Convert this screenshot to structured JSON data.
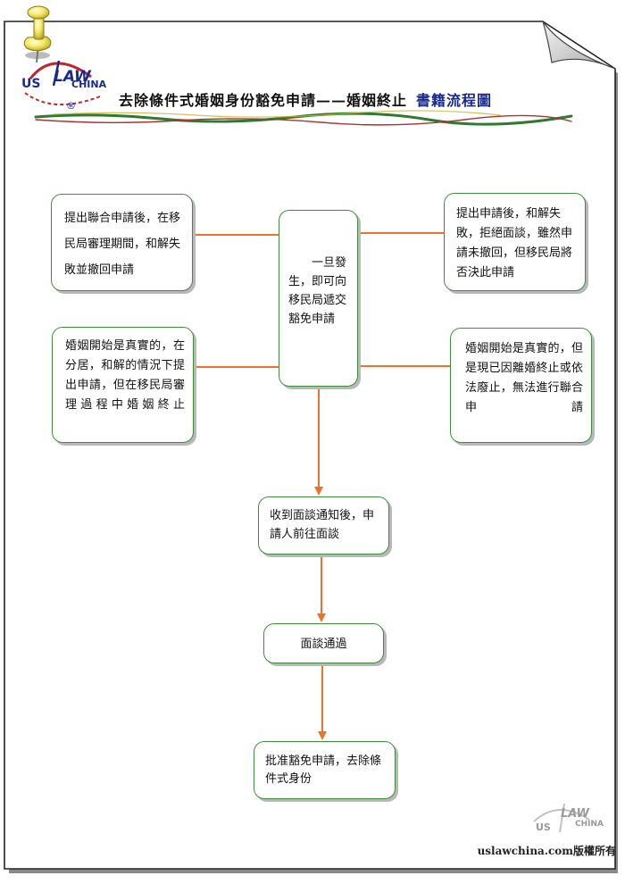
{
  "header": {
    "title": "去除條件式婚姻身份豁免申請——婚姻終止",
    "title_accent": "書籍流程圖",
    "logo": {
      "us": "US",
      "law": "LAW",
      "china": "CHINA",
      "reg": "®"
    }
  },
  "nodes": {
    "left_top": "提出聯合申請後，在移民局審理期間，和解失敗並撤回申請",
    "left_bottom": "婚姻開始是真實的，在分居，和解的情況下提出申請，但在移民局審理過程中婚姻終止",
    "center": "一旦發生，即可向移民局遞交豁免申請",
    "right_top": "提出申請後，和解失敗，拒絕面談，雖然申請未撤回，但移民局將否決此申請",
    "right_bottom": "婚姻開始是真實的，但是現已因離婚終止或依法廢止，無法進行聯合申請",
    "step_interview_notice": "收到面談通知後，申請人前往面談",
    "step_interview_pass": "面談通過",
    "step_approved": "批准豁免申請，去除條件式身份"
  },
  "footer": {
    "copyright": "uslawchina.com版權所有",
    "watermark": {
      "us": "US",
      "law": "LAW",
      "china": "CHINA"
    }
  },
  "colors": {
    "box_border": "#3f8e3f",
    "connector": "#e8752a",
    "title_accent": "#1a2a8c",
    "logo_blue": "#1a2a8c",
    "logo_red": "#c0272d"
  }
}
